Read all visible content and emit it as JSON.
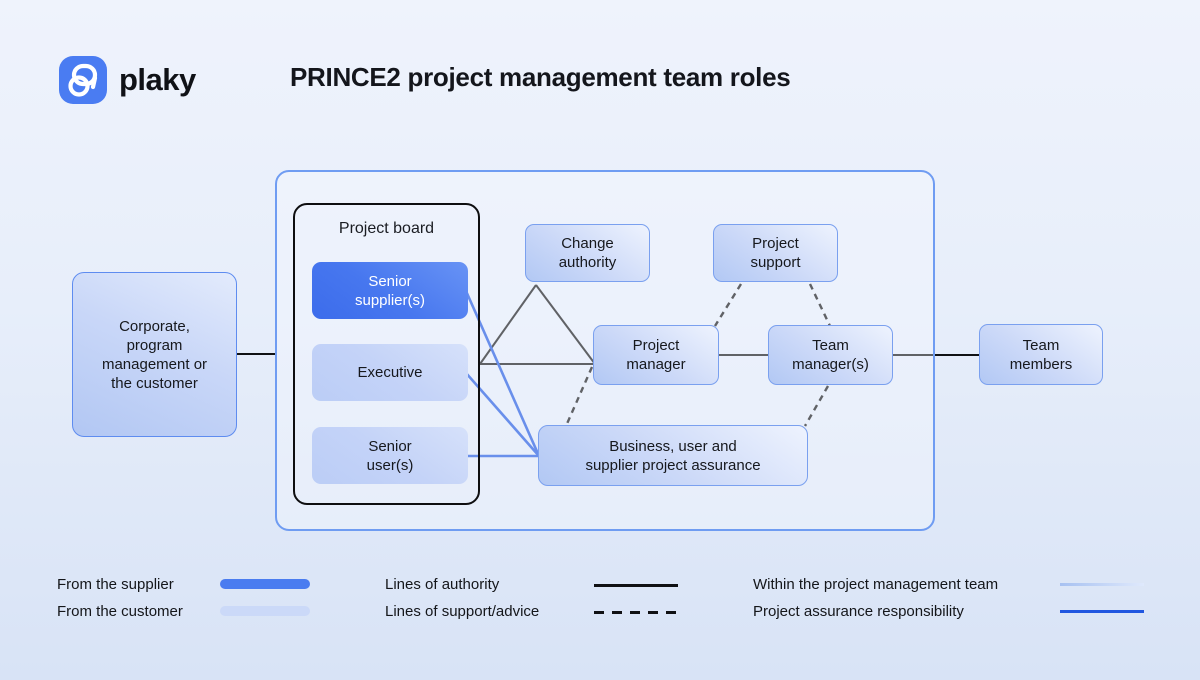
{
  "header": {
    "brand": "plaky",
    "title": "PRINCE2 project management team roles"
  },
  "diagram": {
    "corporate": "Corporate,\nprogram\nmanagement or\nthe customer",
    "project_board": {
      "title": "Project board",
      "senior_supplier": "Senior\nsupplier(s)",
      "executive": "Executive",
      "senior_user": "Senior\nuser(s)"
    },
    "change_authority": "Change\nauthority",
    "project_support": "Project\nsupport",
    "project_manager": "Project\nmanager",
    "team_manager": "Team\nmanager(s)",
    "team_members": "Team\nmembers",
    "business_assurance": "Business, user and\nsupplier project assurance"
  },
  "legend": {
    "from_supplier": "From the supplier",
    "from_customer": "From the customer",
    "lines_authority": "Lines of authority",
    "lines_support": "Lines of support/advice",
    "within_team": "Within the project management team",
    "assurance_responsibility": "Project assurance responsibility"
  },
  "colors": {
    "brand_blue": "#4a7cf0",
    "assurance_line_blue": "#1e56e0",
    "light_box_fill": "#c6d5f7",
    "container_border": "#6f9cf2",
    "authority_line": "#101114",
    "background_top": "#eff3fc",
    "background_bottom": "#d8e3f6"
  }
}
